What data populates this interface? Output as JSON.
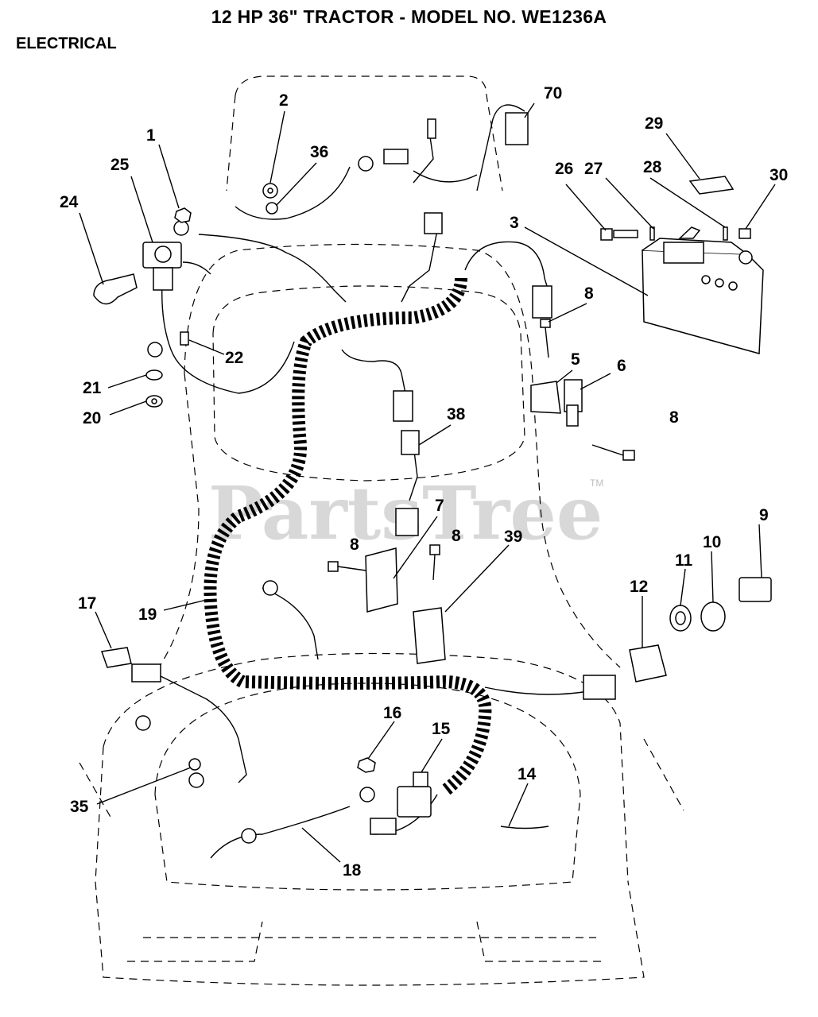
{
  "header": {
    "title": "12 HP 36\" TRACTOR - MODEL NO. WE1236A",
    "section": "ELECTRICAL"
  },
  "watermark": {
    "text": "PartsTree",
    "tm": "TM"
  },
  "callouts": [
    {
      "id": "c70",
      "label": "70"
    },
    {
      "id": "c2",
      "label": "2"
    },
    {
      "id": "c36",
      "label": "36"
    },
    {
      "id": "c1",
      "label": "1"
    },
    {
      "id": "c25",
      "label": "25"
    },
    {
      "id": "c24",
      "label": "24"
    },
    {
      "id": "c29",
      "label": "29"
    },
    {
      "id": "c26",
      "label": "26"
    },
    {
      "id": "c27",
      "label": "27"
    },
    {
      "id": "c28",
      "label": "28"
    },
    {
      "id": "c30",
      "label": "30"
    },
    {
      "id": "c3",
      "label": "3"
    },
    {
      "id": "c8a",
      "label": "8"
    },
    {
      "id": "c22",
      "label": "22"
    },
    {
      "id": "c21",
      "label": "21"
    },
    {
      "id": "c20",
      "label": "20"
    },
    {
      "id": "c5",
      "label": "5"
    },
    {
      "id": "c6",
      "label": "6"
    },
    {
      "id": "c8b",
      "label": "8"
    },
    {
      "id": "c38",
      "label": "38"
    },
    {
      "id": "c7",
      "label": "7"
    },
    {
      "id": "c8c",
      "label": "8"
    },
    {
      "id": "c8d",
      "label": "8"
    },
    {
      "id": "c39",
      "label": "39"
    },
    {
      "id": "c9",
      "label": "9"
    },
    {
      "id": "c10",
      "label": "10"
    },
    {
      "id": "c11",
      "label": "11"
    },
    {
      "id": "c12",
      "label": "12"
    },
    {
      "id": "c17",
      "label": "17"
    },
    {
      "id": "c19",
      "label": "19"
    },
    {
      "id": "c16",
      "label": "16"
    },
    {
      "id": "c15",
      "label": "15"
    },
    {
      "id": "c14",
      "label": "14"
    },
    {
      "id": "c35",
      "label": "35"
    },
    {
      "id": "c18",
      "label": "18"
    }
  ]
}
